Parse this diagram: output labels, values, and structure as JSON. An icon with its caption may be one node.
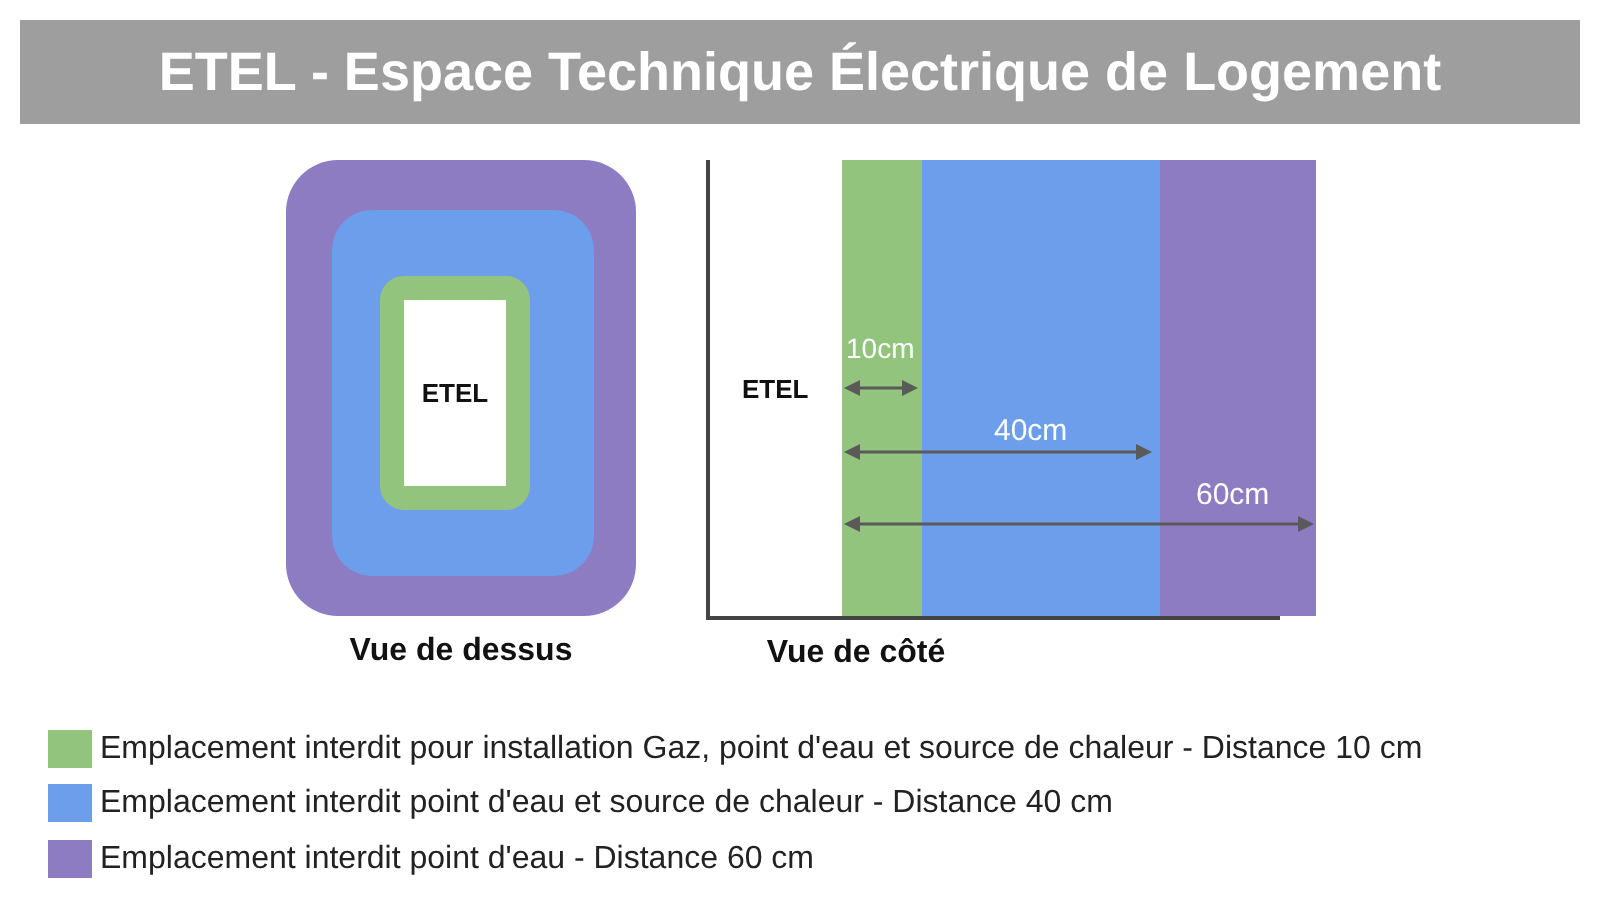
{
  "diagram": {
    "title": "ETEL - Espace Technique Électrique de Logement",
    "nodes": [
      {
        "text": [],
        "shape": "box",
        "beside": [
          "Vue de dessus"
        ]
      },
      {
        "text": [],
        "shape": "box",
        "in": 0
      },
      {
        "text": [],
        "shape": "box",
        "in": 1
      },
      {
        "text": [
          "ETEL"
        ],
        "in": 2
      }
    ],
    "labels": [
      "10cm",
      "ETEL",
      "40cm",
      "60cm",
      "Vue de côté"
    ],
    "legend": [
      {
        "text": "Emplacement interdit pour installation Gaz, point d'eau et source de chaleur - Distance 10 cm",
        "color": "#93c47d"
      },
      {
        "text": "Emplacement interdit point d'eau et source de chaleur - Distance 40 cm",
        "color": "#6d9eeb"
      },
      {
        "text": "Emplacement interdit point d'eau - Distance 60 cm",
        "color": "#8e7cc3"
      }
    ]
  }
}
